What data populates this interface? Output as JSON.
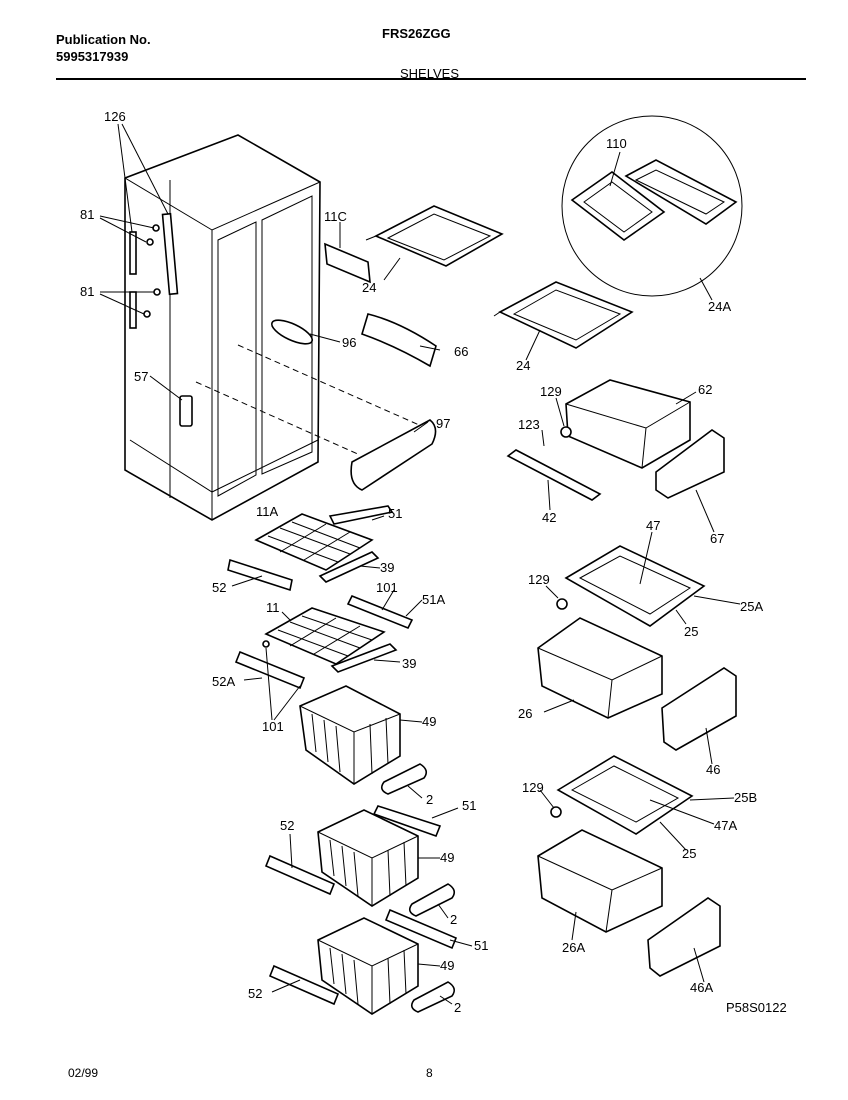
{
  "header": {
    "publication_label": "Publication No.",
    "publication_number": "5995317939",
    "model": "FRS26ZGG",
    "section": "SHELVES"
  },
  "footer": {
    "date_code": "02/99",
    "page_number": "8",
    "diagram_code": "P58S0122"
  },
  "callouts": {
    "c126": "126",
    "c81a": "81",
    "c81b": "81",
    "c57": "57",
    "c11c": "11C",
    "c24a": "24",
    "c96": "96",
    "c66": "66",
    "c97": "97",
    "c11a": "11A",
    "c51a": "51",
    "c39a": "39",
    "c52a": "52",
    "c101a": "101",
    "c51A": "51A",
    "c11": "11",
    "c39b": "39",
    "c52A": "52A",
    "c101b": "101",
    "c49a": "49",
    "c2a": "2",
    "c51b": "51",
    "c52b": "52",
    "c49b": "49",
    "c2b": "2",
    "c51c": "51",
    "c49c": "49",
    "c52c": "52",
    "c2c": "2",
    "c110": "110",
    "c24A": "24A",
    "c24b": "24",
    "c129a": "129",
    "c62": "62",
    "c123": "123",
    "c42": "42",
    "c67": "67",
    "c47": "47",
    "c129b": "129",
    "c25A": "25A",
    "c25a": "25",
    "c26": "26",
    "c46": "46",
    "c129c": "129",
    "c25B": "25B",
    "c47A": "47A",
    "c25b": "25",
    "c26A": "26A",
    "c46A": "46A"
  }
}
